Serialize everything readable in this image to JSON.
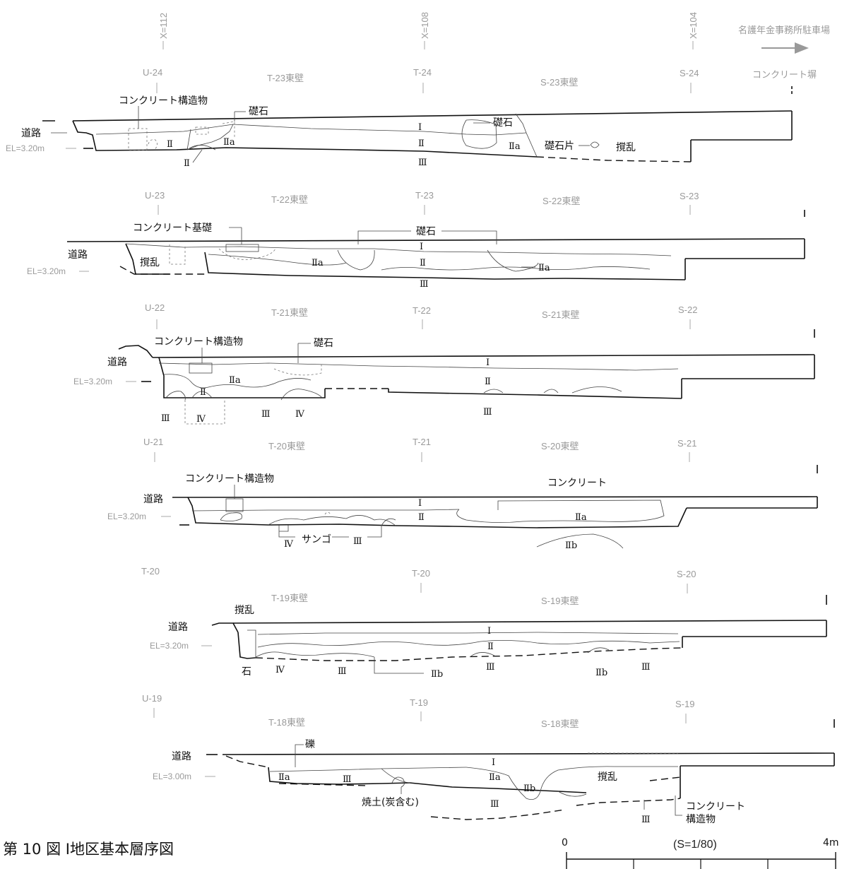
{
  "figure_title": "第 10 図 Ⅰ地区基本層序図",
  "top_grid": {
    "x112": "X=112",
    "x108": "X=108",
    "x104": "X=104",
    "direction_note": "名護年金事務所駐車場"
  },
  "scale": {
    "zero": "0",
    "max": "4m",
    "ratio": "(S=1/80)"
  },
  "sections": [
    {
      "grid": [
        "U-24",
        "T-24",
        "S-24"
      ],
      "walls": [
        "T-23東壁",
        "S-23東壁"
      ],
      "elevation": "EL=3.20m",
      "labels": {
        "road": "道路",
        "concrete": "コンクリート構造物",
        "stone1": "礎石",
        "stone2": "礎石",
        "stone_frag": "礎石片",
        "disturb": "撹乱",
        "block_wall": "コンクリート塀"
      },
      "layers": {
        "I": "Ⅰ",
        "II_1": "Ⅱ",
        "IIa_1": "Ⅱa",
        "II_2": "Ⅱ",
        "II_3": "Ⅱ",
        "IIa_2": "Ⅱa",
        "III": "Ⅲ"
      }
    },
    {
      "grid": [
        "U-23",
        "T-23",
        "S-23"
      ],
      "walls": [
        "T-22東壁",
        "S-22東壁"
      ],
      "elevation": "EL=3.20m",
      "labels": {
        "road": "道路",
        "concrete": "コンクリート基礎",
        "stone": "礎石",
        "disturb": "撹乱"
      },
      "layers": {
        "I": "Ⅰ",
        "IIa_1": "Ⅱa",
        "II": "Ⅱ",
        "IIa_2": "Ⅱa",
        "III": "Ⅲ"
      }
    },
    {
      "grid": [
        "U-22",
        "T-22",
        "S-22"
      ],
      "walls": [
        "T-21東壁",
        "S-21東壁"
      ],
      "elevation": "EL=3.20m",
      "labels": {
        "road": "道路",
        "concrete": "コンクリート構造物",
        "stone": "礎石"
      },
      "layers": {
        "I": "Ⅰ",
        "IIa": "Ⅱa",
        "II_1": "Ⅱ",
        "II_2": "Ⅱ",
        "III_1": "Ⅲ",
        "IV_1": "Ⅳ",
        "III_2": "Ⅲ",
        "IV_2": "Ⅳ",
        "III_3": "Ⅲ"
      }
    },
    {
      "grid": [
        "U-21",
        "T-21",
        "S-21"
      ],
      "walls": [
        "T-20東壁",
        "S-20東壁"
      ],
      "elevation": "EL=3.20m",
      "labels": {
        "road": "道路",
        "concrete_struct": "コンクリート構造物",
        "concrete": "コンクリート",
        "coral": "サンゴ"
      },
      "layers": {
        "I": "Ⅰ",
        "II": "Ⅱ",
        "IIa": "Ⅱa",
        "IV": "Ⅳ",
        "III": "Ⅲ",
        "IIb": "Ⅱb"
      }
    },
    {
      "grid": [
        "T-20",
        "T-20",
        "S-20"
      ],
      "walls": [
        "T-19東壁",
        "S-19東壁"
      ],
      "elevation": "EL=3.20m",
      "labels": {
        "road": "道路",
        "disturb": "撹乱",
        "stone": "石"
      },
      "layers": {
        "I": "Ⅰ",
        "II": "Ⅱ",
        "IV": "Ⅳ",
        "III_1": "Ⅲ",
        "IIb_1": "Ⅱb",
        "III_2": "Ⅲ",
        "IIb_2": "Ⅱb",
        "III_3": "Ⅲ"
      }
    },
    {
      "grid": [
        "U-19",
        "T-19",
        "S-19"
      ],
      "walls": [
        "T-18東壁",
        "S-18東壁"
      ],
      "elevation": "EL=3.00m",
      "labels": {
        "road": "道路",
        "gravel": "礫",
        "burnt": "焼土(炭含む)",
        "disturb": "撹乱",
        "concrete": "コンクリート",
        "concrete2": "構造物"
      },
      "layers": {
        "I": "Ⅰ",
        "IIa_1": "Ⅱa",
        "III_1": "Ⅲ",
        "IIa_2": "Ⅱa",
        "IIb": "Ⅱb",
        "III_2": "Ⅲ",
        "III_3": "Ⅲ"
      }
    }
  ]
}
